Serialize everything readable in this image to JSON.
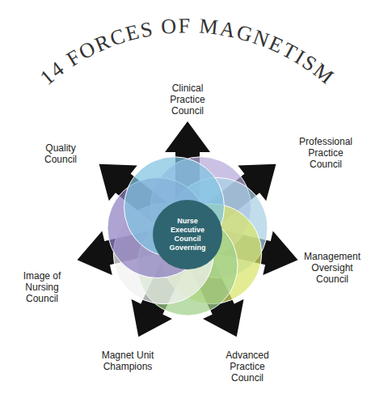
{
  "diagram": {
    "title": "14 FORCES OF MAGNETISM",
    "nodes": [
      {
        "text": [
          "Nurse Executive Council Governing"
        ]
      }
    ],
    "labels": [
      "Clinical Practice Council",
      "Professional Practice Council",
      "Management Oversight Council",
      "Advanced Practice Council",
      "Magnet Unit Champions",
      "Image of Nursing Council",
      "Quality Council"
    ]
  }
}
